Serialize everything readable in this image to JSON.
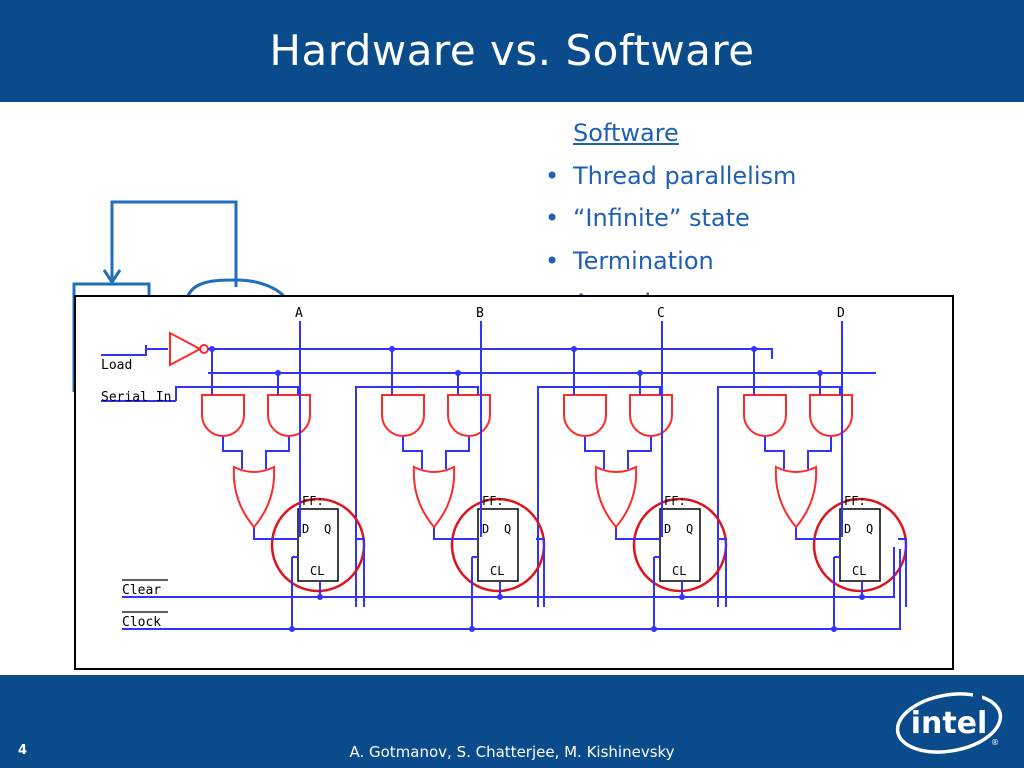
{
  "slide": {
    "title": "Hardware vs. Software",
    "page_number": "4",
    "authors": "A. Gotmanov, S. Chatterjee, M. Kishinevsky"
  },
  "software_list": {
    "heading": "Software",
    "items": [
      "Thread parallelism",
      "“Infinite” state",
      "Termination",
      "Asynchronous"
    ]
  },
  "circuit": {
    "input_labels": [
      "Load",
      "Serial In",
      "Clear",
      "Clock"
    ],
    "output_labels": [
      "A",
      "B",
      "C",
      "D"
    ],
    "flipflop": {
      "name": "FF:",
      "d": "D",
      "q": "Q",
      "cl": "CL"
    }
  },
  "logo": {
    "text": "intel",
    "registered": "®"
  },
  "colors": {
    "brand_blue": "#0a4c8b",
    "wire_blue": "#3333ff",
    "gate_red": "#ff2a2a",
    "highlight_red": "#e0121a",
    "text_blue": "#1f5fb5"
  }
}
